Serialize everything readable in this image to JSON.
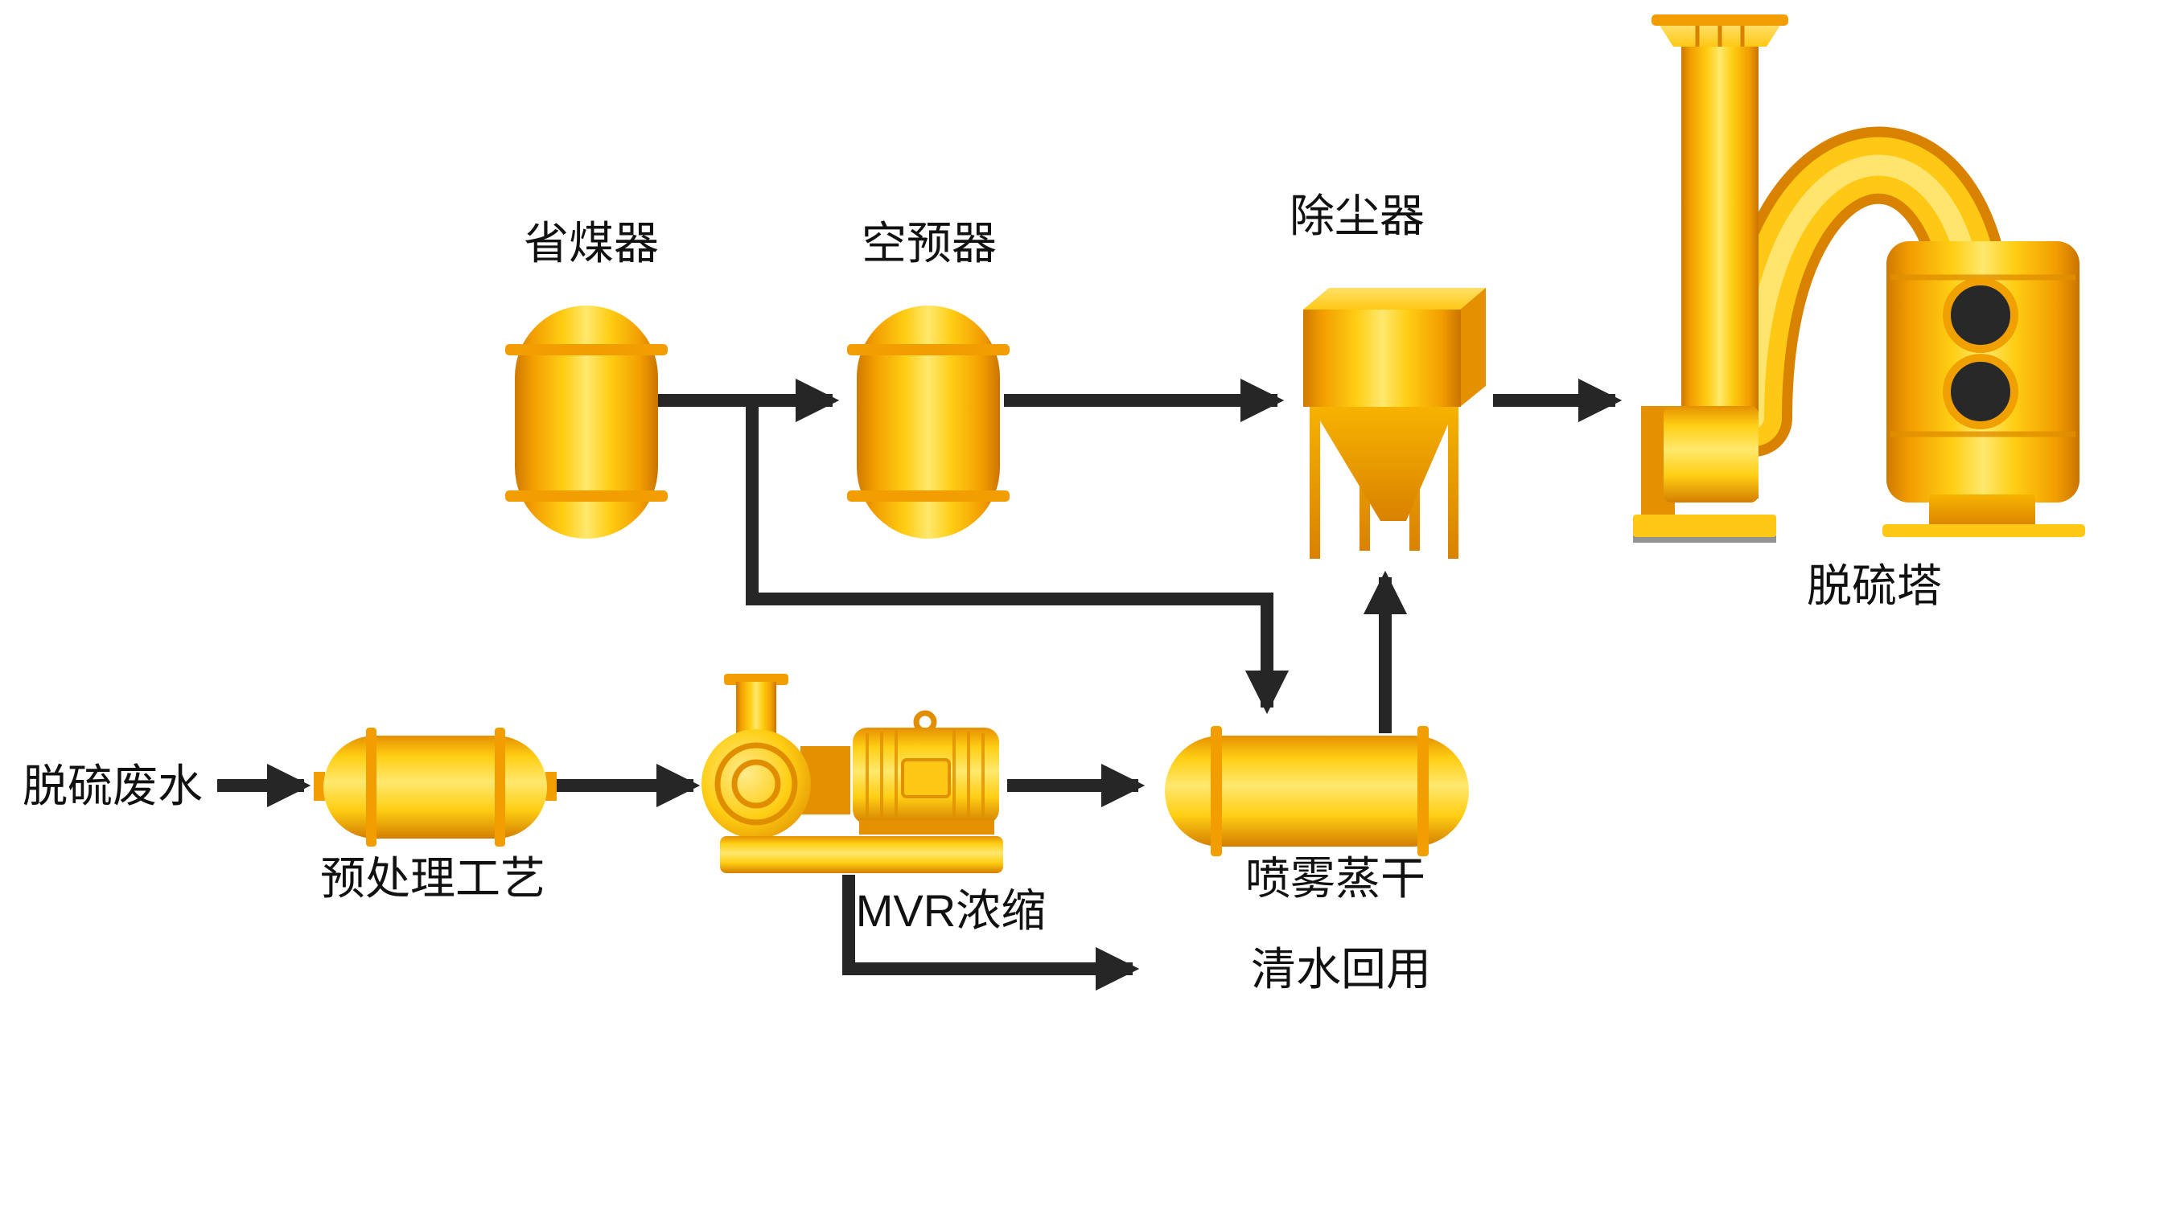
{
  "diagram": {
    "type": "process-flow",
    "background": "#ffffff",
    "colors": {
      "equipment_yellow": "#FFCE14",
      "equipment_highlight": "#FFE86E",
      "equipment_orange": "#F29D00",
      "equipment_shadow": "#C97300",
      "arrow_black": "#262626",
      "porthole_dark": "#282828",
      "text": "#111111"
    },
    "nodes": {
      "economizer": {
        "label": "省煤器"
      },
      "air_preheater": {
        "label": "空预器"
      },
      "dust_collector": {
        "label": "除尘器"
      },
      "desulfurization_tower": {
        "label": "脱硫塔"
      },
      "pretreatment": {
        "label": "预处理工艺"
      },
      "mvr_concentration": {
        "label": "MVR浓缩"
      },
      "spray_evaporation": {
        "label": "喷雾蒸干"
      }
    },
    "io_labels": {
      "wastewater_in": "脱硫废水",
      "clean_water_reuse": "清水回用"
    },
    "connections": [
      {
        "from": "wastewater_in",
        "to": "pretreatment"
      },
      {
        "from": "pretreatment",
        "to": "mvr_concentration"
      },
      {
        "from": "mvr_concentration",
        "to": "spray_evaporation"
      },
      {
        "from": "mvr_concentration",
        "to": "clean_water_reuse"
      },
      {
        "from": "economizer",
        "to": "air_preheater"
      },
      {
        "from": "economizer_line_branch",
        "to": "spray_evaporation"
      },
      {
        "from": "air_preheater",
        "to": "dust_collector"
      },
      {
        "from": "dust_collector",
        "to": "fan_and_stack"
      },
      {
        "from": "spray_evaporation",
        "to": "dust_collector"
      }
    ]
  }
}
